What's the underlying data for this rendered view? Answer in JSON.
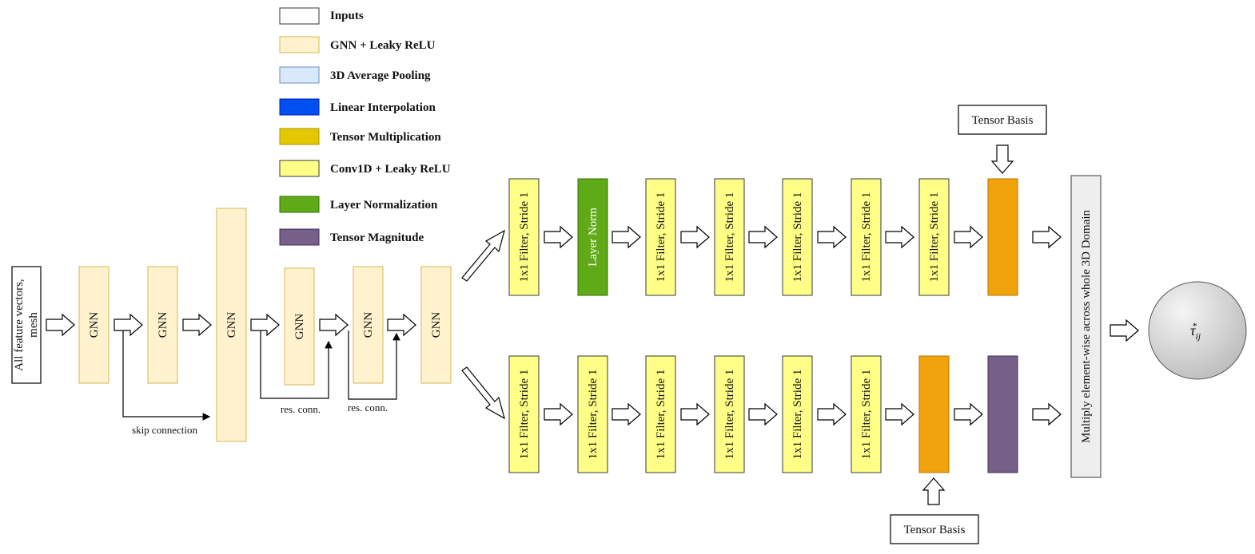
{
  "legend": {
    "items": [
      {
        "label": "Inputs",
        "color": "#ffffff",
        "border": "#333333"
      },
      {
        "label": "GNN + Leaky ReLU",
        "color": "#fff2cc",
        "border": "#d6b656"
      },
      {
        "label": "3D Average Pooling",
        "color": "#dae8fc",
        "border": "#6c8ebf"
      },
      {
        "label": "Linear Interpolation",
        "color": "#0050ef",
        "border": "#001dbc"
      },
      {
        "label": "Tensor Multiplication",
        "color": "#e3c800",
        "border": "#b09500"
      },
      {
        "label": "Conv1D + Leaky ReLU",
        "color": "#ffff88",
        "border": "#36393d"
      },
      {
        "label": "Layer Normalization",
        "color": "#60a917",
        "border": "#2d7600"
      },
      {
        "label": "Tensor Magnitude",
        "color": "#76608a",
        "border": "#432d57"
      }
    ]
  },
  "input": {
    "line1": "All feature vectors,",
    "line2": "mesh"
  },
  "gnn_label": "GNN",
  "conv_label": "1x1 Filter, Stride 1",
  "layer_norm_label": "Layer Norm",
  "skip_connection_label": "skip connection",
  "res_conn_label": "res. conn.",
  "tensor_basis_label": "Tensor Basis",
  "multiply_label": "Multiply element-wise across whole 3D Domain",
  "output_label": "τ",
  "output_sub": "ij",
  "output_sup": "*",
  "colors": {
    "gnn_fill": "#fff2cc",
    "gnn_stroke": "#d6b656",
    "conv_fill": "#ffff88",
    "conv_stroke": "#36393d",
    "ln_fill": "#60a917",
    "ln_stroke": "#2d7600",
    "orange_fill": "#f0a30a",
    "orange_stroke": "#bd7000",
    "purple_fill": "#76608a",
    "purple_stroke": "#432d57",
    "gray_fill": "#eeeeee",
    "gray_stroke": "#36393d"
  }
}
